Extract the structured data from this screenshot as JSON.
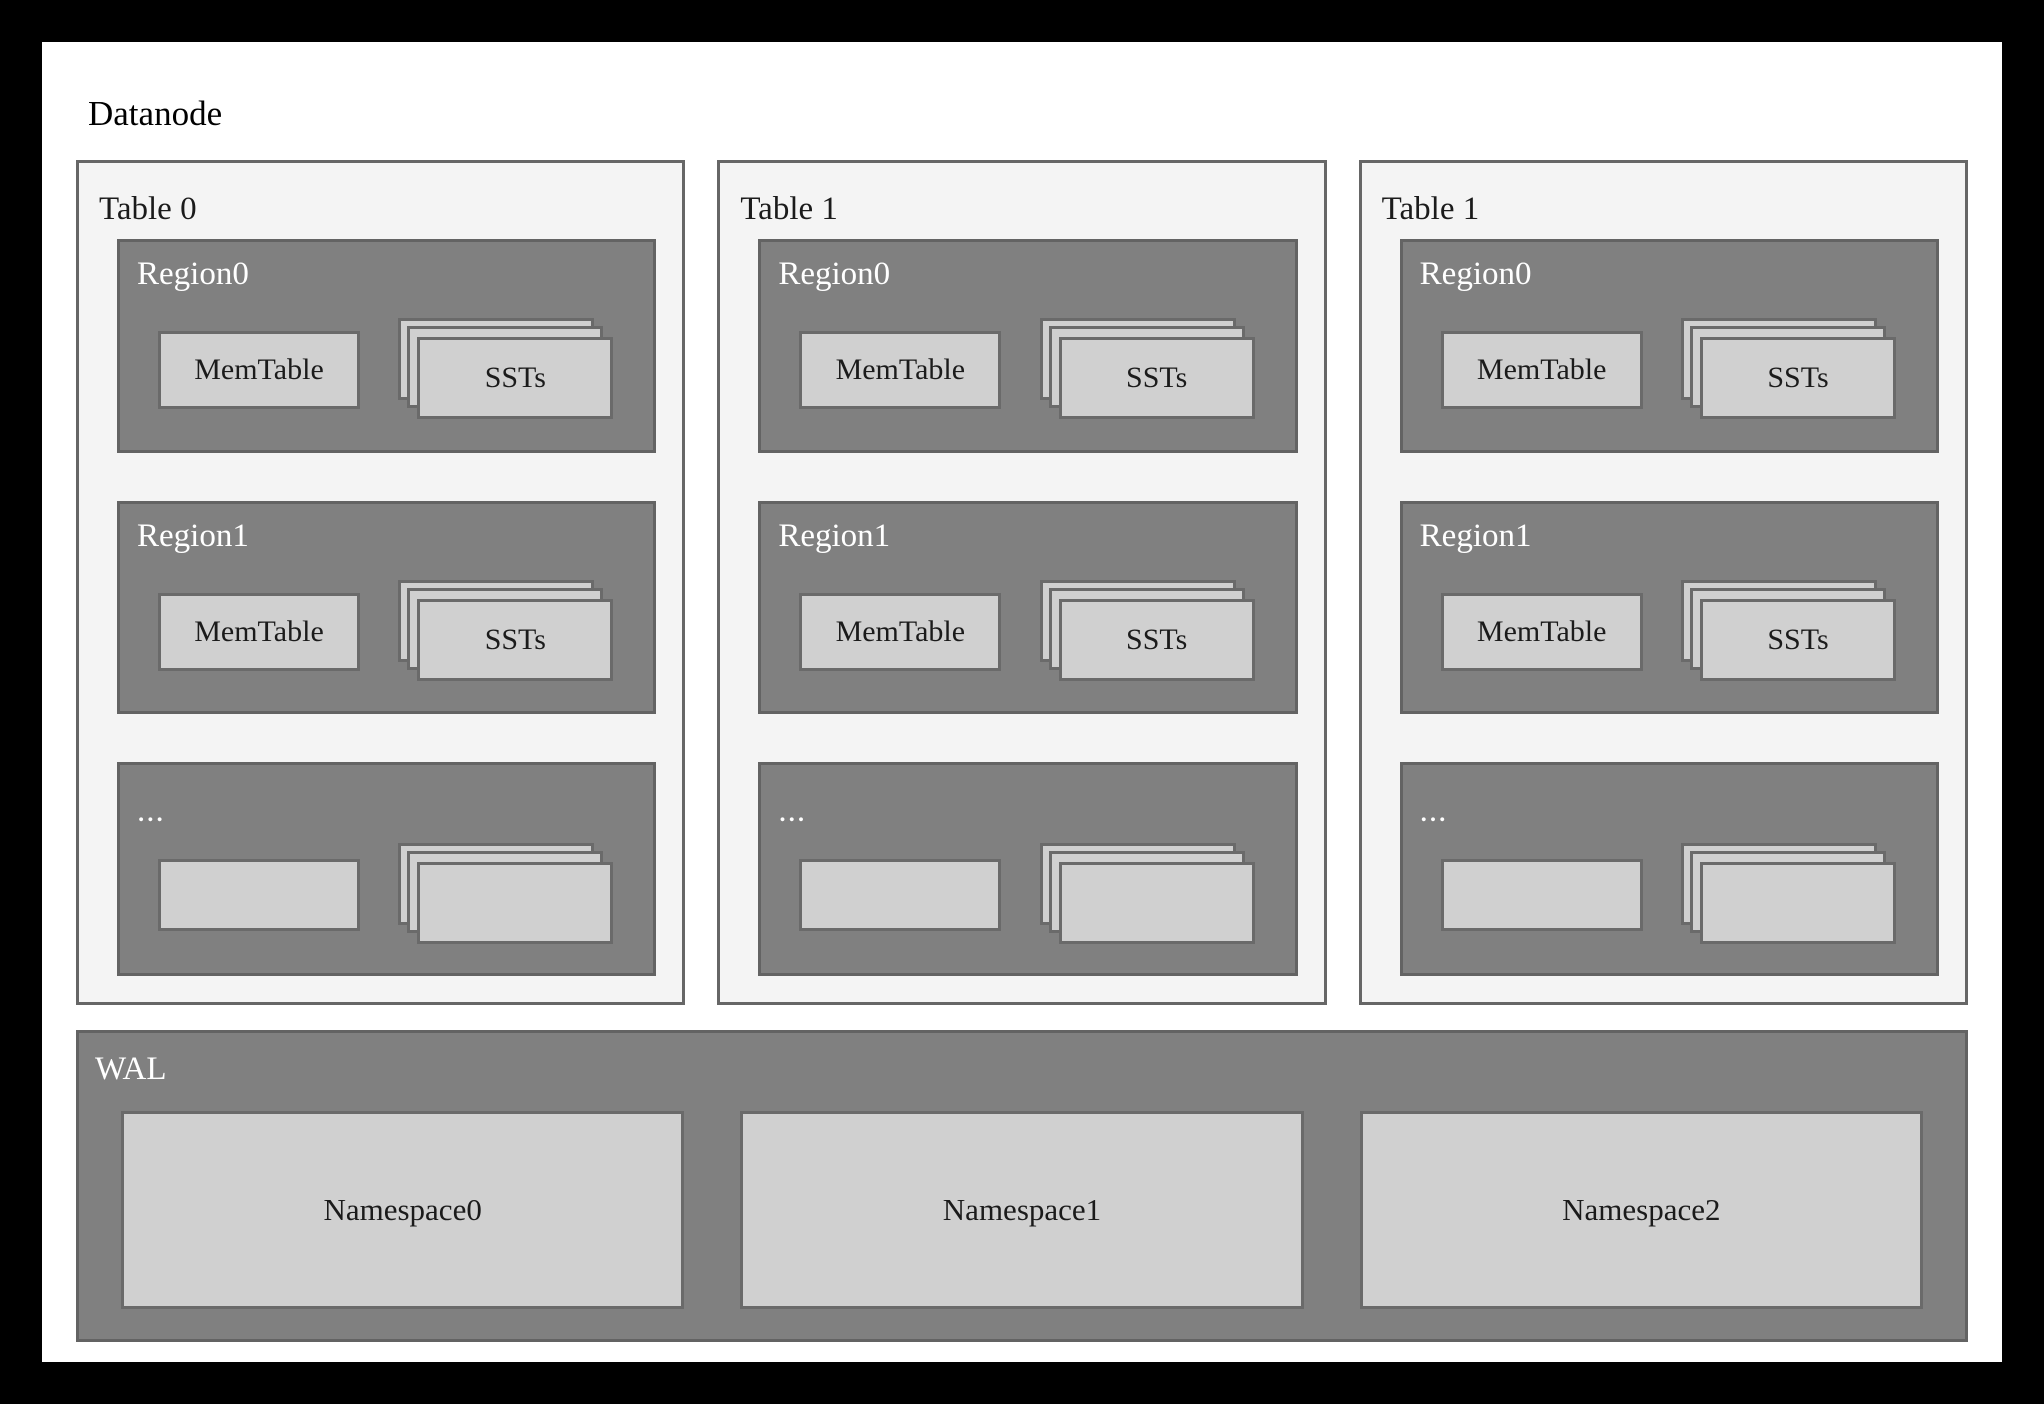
{
  "diagram": {
    "title": "Datanode",
    "colors": {
      "page_border": "#000000",
      "canvas": "#ffffff",
      "table_fill": "#f4f4f4",
      "table_border": "#666666",
      "region_fill": "#808080",
      "region_border": "#636363",
      "card_fill": "#d0d0d0",
      "card_border": "#6a6a6a",
      "dark_text": "#1b1b1b",
      "light_text": "#ffffff"
    },
    "tables": [
      {
        "label": "Table 0",
        "regions": [
          {
            "label": "Region0",
            "memtable": "MemTable",
            "ssts": "SSTs"
          },
          {
            "label": "Region1",
            "memtable": "MemTable",
            "ssts": "SSTs"
          },
          {
            "label": "...",
            "memtable": "",
            "ssts": ""
          }
        ]
      },
      {
        "label": "Table 1",
        "regions": [
          {
            "label": "Region0",
            "memtable": "MemTable",
            "ssts": "SSTs"
          },
          {
            "label": "Region1",
            "memtable": "MemTable",
            "ssts": "SSTs"
          },
          {
            "label": "...",
            "memtable": "",
            "ssts": ""
          }
        ]
      },
      {
        "label": "Table 1",
        "regions": [
          {
            "label": "Region0",
            "memtable": "MemTable",
            "ssts": "SSTs"
          },
          {
            "label": "Region1",
            "memtable": "MemTable",
            "ssts": "SSTs"
          },
          {
            "label": "...",
            "memtable": "",
            "ssts": ""
          }
        ]
      }
    ],
    "wal": {
      "label": "WAL",
      "namespaces": [
        {
          "label": "Namespace0"
        },
        {
          "label": "Namespace1"
        },
        {
          "label": "Namespace2"
        }
      ]
    }
  }
}
